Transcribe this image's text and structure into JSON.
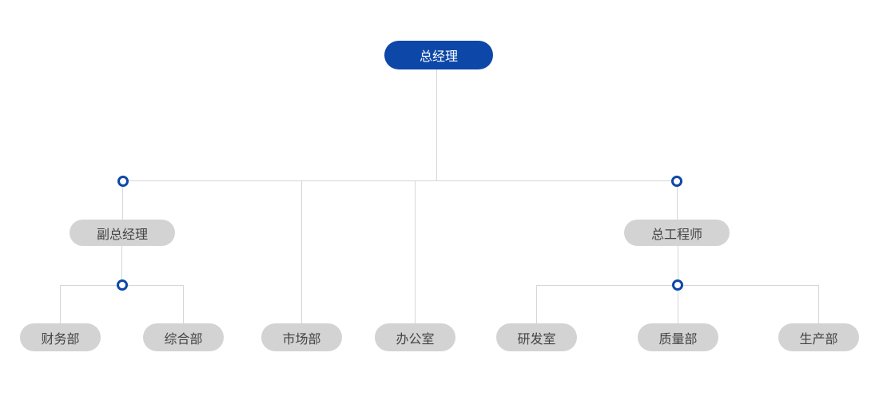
{
  "colors": {
    "primary_node": "#0d47a8",
    "secondary_node": "#d3d3d3",
    "connector_line": "#d6d6d6",
    "node_text": "#444444",
    "primary_text": "#ffffff"
  },
  "org_chart": {
    "root": {
      "label": "总经理"
    },
    "level2": {
      "deputy_gm": {
        "label": "副总经理"
      },
      "chief_engineer": {
        "label": "总工程师"
      }
    },
    "departments": {
      "finance": {
        "label": "财务部"
      },
      "general": {
        "label": "综合部"
      },
      "marketing": {
        "label": "市场部"
      },
      "office": {
        "label": "办公室"
      },
      "rnd": {
        "label": "研发室"
      },
      "quality": {
        "label": "质量部"
      },
      "production": {
        "label": "生产部"
      }
    }
  }
}
